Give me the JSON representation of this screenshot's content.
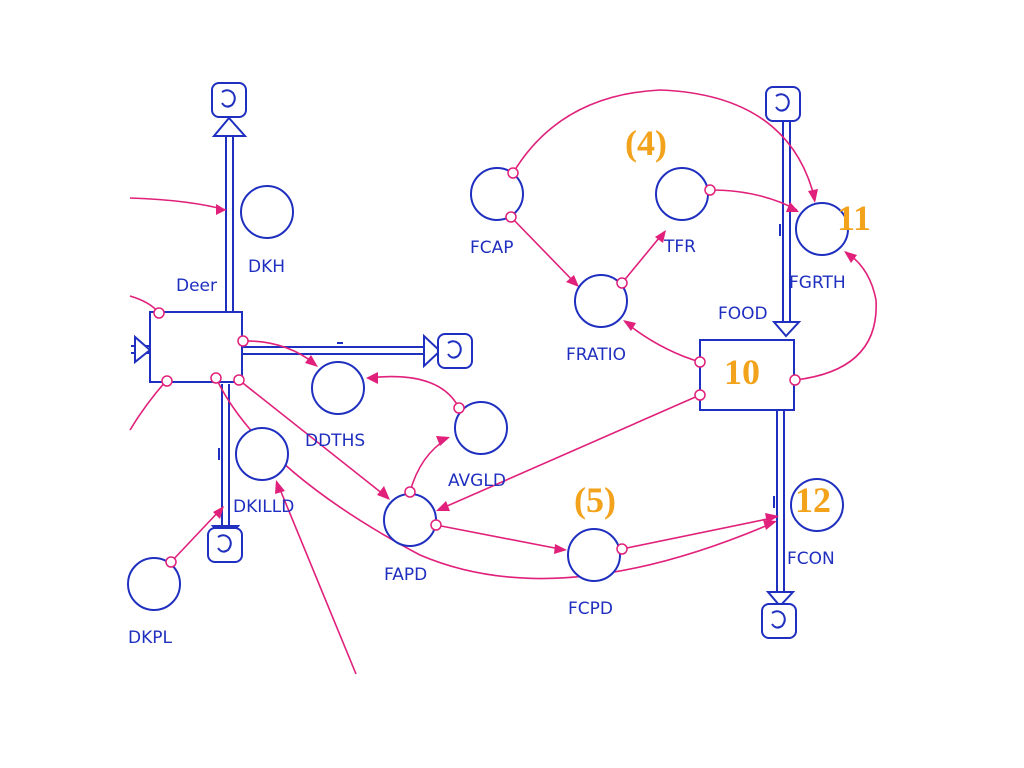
{
  "colors": {
    "structure": "#1f2fbf",
    "link": "#e0207a",
    "annotation": "#f2a21b"
  },
  "stocks": {
    "deer": "Deer",
    "food": "FOOD"
  },
  "aux": {
    "dkh": "DKH",
    "ddths": "DDTHS",
    "dkilld": "DKILLD",
    "dkpl": "DKPL",
    "avgld": "AVGLD",
    "fapd": "FAPD",
    "fcpd": "FCPD",
    "fcap": "FCAP",
    "fratio": "FRATIO",
    "tfr": "TFR",
    "fgrth": "FGRTH",
    "fcon": "FCON"
  },
  "annotations": {
    "a4": "(4)",
    "a5": "(5)",
    "a10": "10",
    "a11": "11",
    "a12": "12"
  }
}
